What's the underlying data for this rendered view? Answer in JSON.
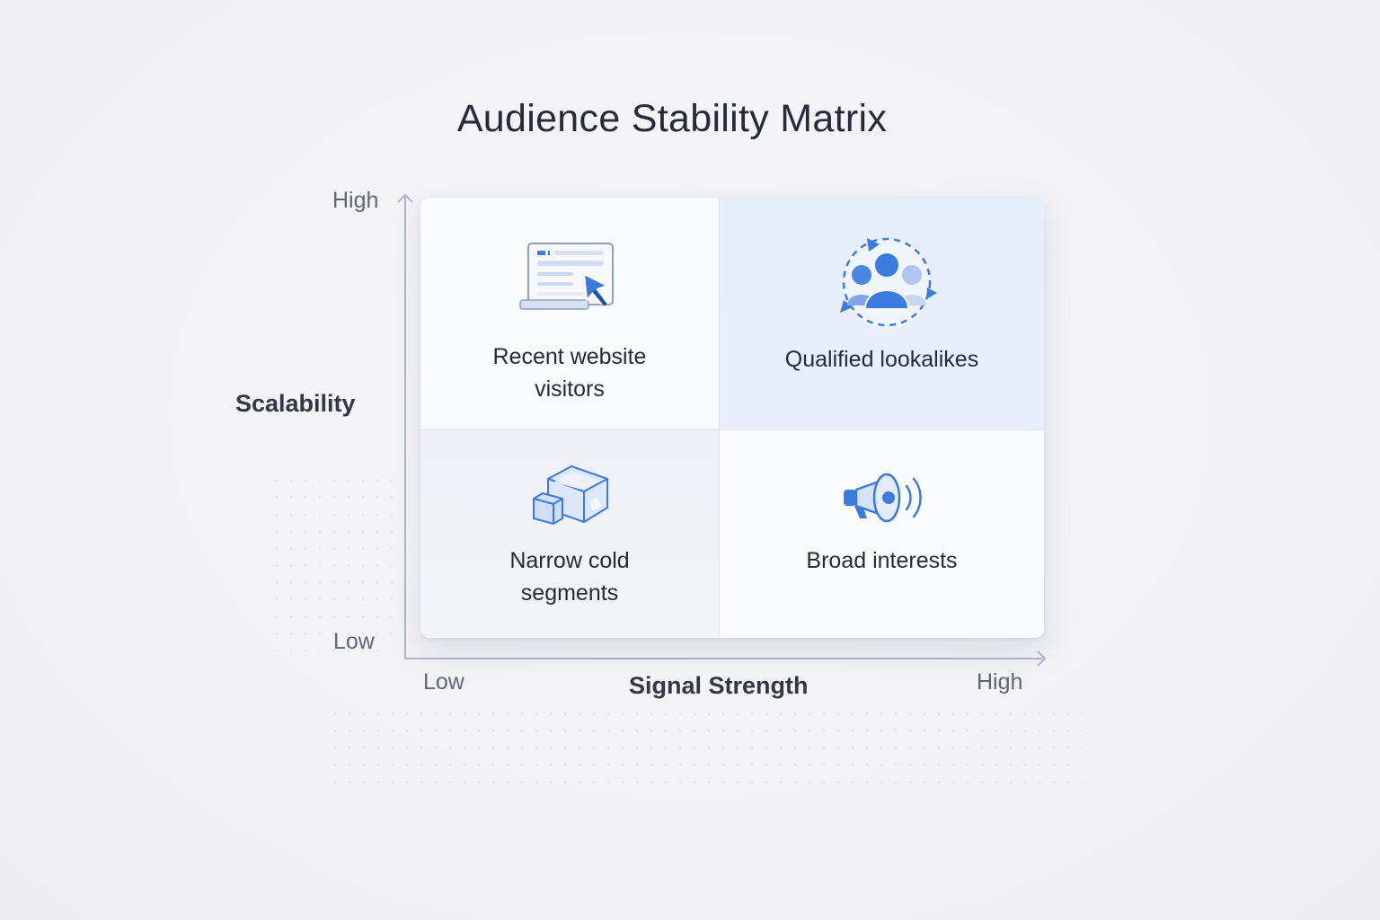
{
  "title": "Audience Stability Matrix",
  "axes": {
    "y": {
      "label": "Scalability",
      "high": "High",
      "low": "Low"
    },
    "x": {
      "label": "Signal Strength",
      "low": "Low",
      "high": "High"
    }
  },
  "quadrants": [
    {
      "position": "top-left",
      "label_line1": "Recent website",
      "label_line2": "visitors",
      "icon": "browser-cursor-icon",
      "scalability": "High",
      "signal_strength": "Low"
    },
    {
      "position": "top-right",
      "label_line1": "Qualified lookalikes",
      "label_line2": "",
      "icon": "audience-cycle-icon",
      "scalability": "High",
      "signal_strength": "High",
      "highlighted": true
    },
    {
      "position": "bottom-left",
      "label_line1": "Narrow cold",
      "label_line2": "segments",
      "icon": "ice-cubes-icon",
      "scalability": "Low",
      "signal_strength": "Low"
    },
    {
      "position": "bottom-right",
      "label_line1": "Broad interests",
      "label_line2": "",
      "icon": "megaphone-icon",
      "scalability": "Low",
      "signal_strength": "High"
    }
  ],
  "colors": {
    "accent": "#3b7be0",
    "highlight_cell": "#e7eefb",
    "text": "#262b36",
    "axis": "#aeb7c8"
  }
}
